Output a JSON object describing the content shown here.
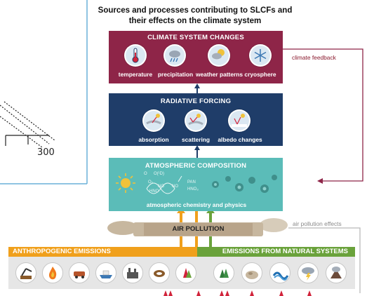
{
  "header": {
    "title_line1": "Sources and processes contributing  to SLCFs and",
    "title_line2": "their effects on the climate system"
  },
  "climate_changes": {
    "title": "CLIMATE SYSTEM CHANGES",
    "items": [
      {
        "label": "temperature",
        "icon": "thermometer-icon"
      },
      {
        "label": "precipitation",
        "icon": "rain-cloud-icon"
      },
      {
        "label": "weather patterns",
        "icon": "weather-sun-cloud-icon"
      },
      {
        "label": "cryosphere",
        "icon": "snowflake-icon"
      }
    ],
    "color": "#8e2548"
  },
  "radiative_forcing": {
    "title": "RADIATIVE FORCING",
    "items": [
      {
        "label": "absorption",
        "icon": "absorption-icon"
      },
      {
        "label": "scattering",
        "icon": "scattering-icon"
      },
      {
        "label": "albedo changes",
        "icon": "albedo-icon"
      }
    ],
    "color": "#1f3d69"
  },
  "atmospheric_composition": {
    "title": "ATMOSPHERIC COMPOSITION",
    "caption": "atmospheric chemistry and physics",
    "chem_labels": [
      "O",
      "O(¹D)",
      "O₂",
      "NO",
      "NO",
      "HNO",
      "PAN",
      "HNO₃"
    ],
    "color": "#5bbcb8"
  },
  "air_pollution": {
    "label": "AIR POLLUTION",
    "effects_label": "air pollution effects"
  },
  "climate_feedback_label": "climate feedback",
  "anthropogenic": {
    "title": "ANTHROPOGENIC EMISSIONS",
    "color": "#f0a01c",
    "icons": [
      "oil-pump-icon",
      "fire-icon",
      "vehicle-icon",
      "ship-icon",
      "factory-icon",
      "cow-icon",
      "crop-burning-icon"
    ]
  },
  "natural": {
    "title": "EMISSIONS FROM NATURAL SYSTEMS",
    "color": "#6aa23b",
    "icons": [
      "forest-icon",
      "soil-icon",
      "ocean-wave-icon",
      "lightning-storm-icon",
      "volcano-icon"
    ]
  },
  "left_chart_fragment": {
    "tick_label": "300"
  },
  "colors": {
    "climate_feedback_line": "#8e2548",
    "air_pollution_line": "#b9b9b9",
    "left_border": "#6ab0d8"
  }
}
